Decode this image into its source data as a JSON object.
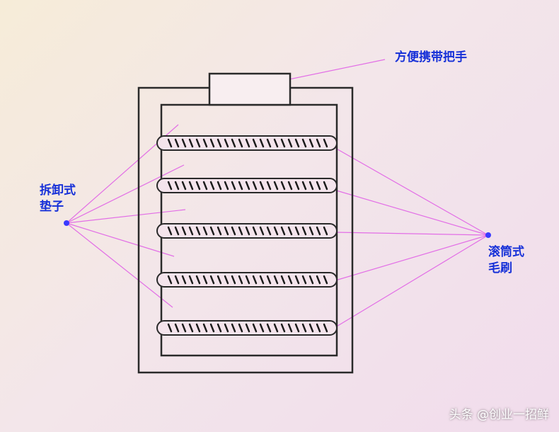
{
  "labels": {
    "handle": "方便携带把手",
    "pad_line1": "拆卸式",
    "pad_line2": "垫子",
    "brush_line1": "滚筒式",
    "brush_line2": "毛刷"
  },
  "watermark": "头条 @创业一招鲜",
  "colors": {
    "label_text": "#1630d8",
    "leader_line": "#e05ae6",
    "outline": "#2a2a2a",
    "anchor_dot": "#3a3aff"
  },
  "rollers": {
    "count": 5
  }
}
